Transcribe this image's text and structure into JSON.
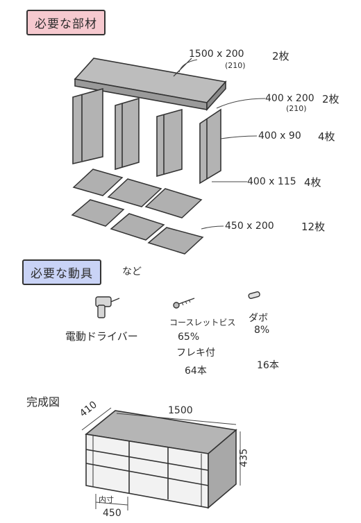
{
  "sections": {
    "parts_header": "必要な部材",
    "tools_header": "必要な動具",
    "tools_suffix": "など",
    "complete_header": "完成図"
  },
  "parts": [
    {
      "size": "1500 x 200",
      "note": "(210)",
      "qty": "2枚"
    },
    {
      "size": "400 x 200",
      "note": "(210)",
      "qty": "2枚"
    },
    {
      "size": "400 x 90",
      "qty": "4枚"
    },
    {
      "size": "400 x 115",
      "qty": "4枚"
    },
    {
      "size": "450 x 200",
      "qty": "12枚"
    }
  ],
  "tools": {
    "driver": "電動ドライバー",
    "screw_name": "コースレットビス",
    "screw_size": "65%",
    "screw_note": "フレキ付",
    "screw_count": "64本",
    "dowel_name": "ダボ",
    "dowel_size": "8%",
    "dowel_count": "16本"
  },
  "complete": {
    "width": "1500",
    "depth": "410",
    "height": "435",
    "inner_label": "内寸",
    "inner_value": "450"
  }
}
